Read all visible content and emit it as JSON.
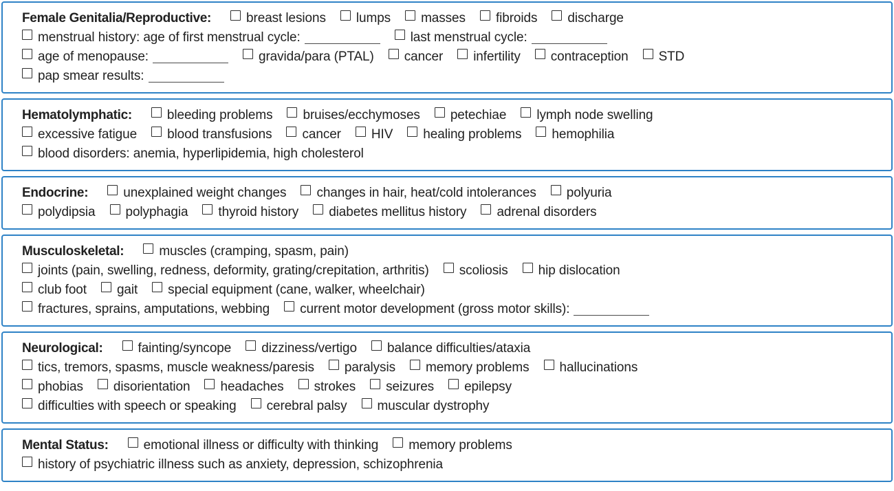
{
  "page": {
    "background_color": "#ffffff",
    "text_color": "#212121",
    "section_border_color": "#2e82c6",
    "checkbox_border_color": "#2f2f2f",
    "blank_line_color": "#4a4a4a"
  },
  "sections": [
    {
      "id": "female-genitalia-reproductive",
      "title": "Female Genitalia/Reproductive:",
      "lines": [
        {
          "with_title": true,
          "items": [
            {
              "checkbox": true,
              "checked": false,
              "label": "breast lesions"
            },
            {
              "checkbox": true,
              "checked": false,
              "label": "lumps"
            },
            {
              "checkbox": true,
              "checked": false,
              "label": "masses"
            },
            {
              "checkbox": true,
              "checked": false,
              "label": "fibroids"
            },
            {
              "checkbox": true,
              "checked": false,
              "label": "discharge"
            }
          ]
        },
        {
          "items": [
            {
              "checkbox": true,
              "checked": false,
              "label": "menstrual history: age of first menstrual cycle:",
              "blank": true,
              "blank_value": ""
            },
            {
              "checkbox": true,
              "checked": false,
              "label": "last menstrual cycle:",
              "blank": true,
              "blank_value": ""
            }
          ]
        },
        {
          "items": [
            {
              "checkbox": true,
              "checked": false,
              "label": "age of menopause:",
              "blank": true,
              "blank_value": ""
            },
            {
              "checkbox": true,
              "checked": false,
              "label": "gravida/para (PTAL)"
            },
            {
              "checkbox": true,
              "checked": false,
              "label": "cancer"
            },
            {
              "checkbox": true,
              "checked": false,
              "label": "infertility"
            },
            {
              "checkbox": true,
              "checked": false,
              "label": "contraception"
            },
            {
              "checkbox": true,
              "checked": false,
              "label": "STD"
            }
          ]
        },
        {
          "items": [
            {
              "checkbox": true,
              "checked": false,
              "label": "pap smear results:",
              "blank": true,
              "blank_value": ""
            }
          ]
        }
      ]
    },
    {
      "id": "hematolymphatic",
      "title": "Hematolymphatic:",
      "lines": [
        {
          "with_title": true,
          "items": [
            {
              "checkbox": true,
              "checked": false,
              "label": "bleeding problems"
            },
            {
              "checkbox": true,
              "checked": false,
              "label": "bruises/ecchymoses"
            },
            {
              "checkbox": true,
              "checked": false,
              "label": "petechiae"
            },
            {
              "checkbox": true,
              "checked": false,
              "label": "lymph node swelling"
            }
          ]
        },
        {
          "items": [
            {
              "checkbox": true,
              "checked": false,
              "label": "excessive fatigue"
            },
            {
              "checkbox": true,
              "checked": false,
              "label": "blood transfusions"
            },
            {
              "checkbox": true,
              "checked": false,
              "label": "cancer"
            },
            {
              "checkbox": true,
              "checked": false,
              "label": "HIV"
            },
            {
              "checkbox": true,
              "checked": false,
              "label": "healing problems"
            },
            {
              "checkbox": true,
              "checked": false,
              "label": "hemophilia"
            }
          ]
        },
        {
          "items": [
            {
              "checkbox": true,
              "checked": false,
              "label": "blood disorders: anemia, hyperlipidemia, high cholesterol"
            }
          ]
        }
      ]
    },
    {
      "id": "endocrine",
      "title": "Endocrine:",
      "lines": [
        {
          "with_title": true,
          "items": [
            {
              "checkbox": true,
              "checked": false,
              "label": "unexplained weight changes"
            },
            {
              "checkbox": true,
              "checked": false,
              "label": "changes in hair, heat/cold intolerances"
            },
            {
              "checkbox": true,
              "checked": false,
              "label": "polyuria"
            }
          ]
        },
        {
          "items": [
            {
              "checkbox": true,
              "checked": false,
              "label": "polydipsia"
            },
            {
              "checkbox": true,
              "checked": false,
              "label": "polyphagia"
            },
            {
              "checkbox": true,
              "checked": false,
              "label": "thyroid history"
            },
            {
              "checkbox": true,
              "checked": false,
              "label": "diabetes mellitus history"
            },
            {
              "checkbox": true,
              "checked": false,
              "label": "adrenal disorders"
            }
          ]
        }
      ]
    },
    {
      "id": "musculoskeletal",
      "title": "Musculoskeletal:",
      "lines": [
        {
          "with_title": true,
          "items": [
            {
              "checkbox": true,
              "checked": false,
              "label": "muscles (cramping, spasm, pain)"
            }
          ]
        },
        {
          "items": [
            {
              "checkbox": true,
              "checked": false,
              "label": "joints (pain, swelling, redness, deformity, grating/crepitation, arthritis)"
            },
            {
              "checkbox": true,
              "checked": false,
              "label": "scoliosis"
            },
            {
              "checkbox": true,
              "checked": false,
              "label": "hip dislocation"
            }
          ]
        },
        {
          "items": [
            {
              "checkbox": true,
              "checked": false,
              "label": "club foot"
            },
            {
              "checkbox": true,
              "checked": false,
              "label": "gait"
            },
            {
              "checkbox": true,
              "checked": false,
              "label": "special equipment (cane, walker, wheelchair)"
            }
          ]
        },
        {
          "items": [
            {
              "checkbox": true,
              "checked": false,
              "label": "fractures, sprains, amputations, webbing"
            },
            {
              "checkbox": true,
              "checked": false,
              "label": "current motor development (gross motor skills):",
              "blank": true,
              "blank_value": ""
            }
          ]
        }
      ]
    },
    {
      "id": "neurological",
      "title": "Neurological:",
      "lines": [
        {
          "with_title": true,
          "items": [
            {
              "checkbox": true,
              "checked": false,
              "label": "fainting/syncope"
            },
            {
              "checkbox": true,
              "checked": false,
              "label": "dizziness/vertigo"
            },
            {
              "checkbox": true,
              "checked": false,
              "label": "balance difficulties/ataxia"
            }
          ]
        },
        {
          "items": [
            {
              "checkbox": true,
              "checked": false,
              "label": "tics, tremors, spasms, muscle weakness/paresis"
            },
            {
              "checkbox": true,
              "checked": false,
              "label": "paralysis"
            },
            {
              "checkbox": true,
              "checked": false,
              "label": "memory problems"
            },
            {
              "checkbox": true,
              "checked": false,
              "label": "hallucinations"
            }
          ]
        },
        {
          "items": [
            {
              "checkbox": true,
              "checked": false,
              "label": "phobias"
            },
            {
              "checkbox": true,
              "checked": false,
              "label": "disorientation"
            },
            {
              "checkbox": true,
              "checked": false,
              "label": "headaches"
            },
            {
              "checkbox": true,
              "checked": false,
              "label": "strokes"
            },
            {
              "checkbox": true,
              "checked": false,
              "label": "seizures"
            },
            {
              "checkbox": true,
              "checked": false,
              "label": "epilepsy"
            }
          ]
        },
        {
          "items": [
            {
              "checkbox": true,
              "checked": false,
              "label": "difficulties with speech or speaking"
            },
            {
              "checkbox": true,
              "checked": false,
              "label": "cerebral palsy"
            },
            {
              "checkbox": true,
              "checked": false,
              "label": "muscular dystrophy"
            }
          ]
        }
      ]
    },
    {
      "id": "mental-status",
      "title": "Mental Status:",
      "lines": [
        {
          "with_title": true,
          "items": [
            {
              "checkbox": true,
              "checked": false,
              "label": "emotional illness or difficulty with thinking"
            },
            {
              "checkbox": true,
              "checked": false,
              "label": "memory problems"
            }
          ]
        },
        {
          "items": [
            {
              "checkbox": true,
              "checked": false,
              "label": "history of psychiatric illness such as anxiety, depression, schizophrenia"
            }
          ]
        }
      ]
    }
  ]
}
